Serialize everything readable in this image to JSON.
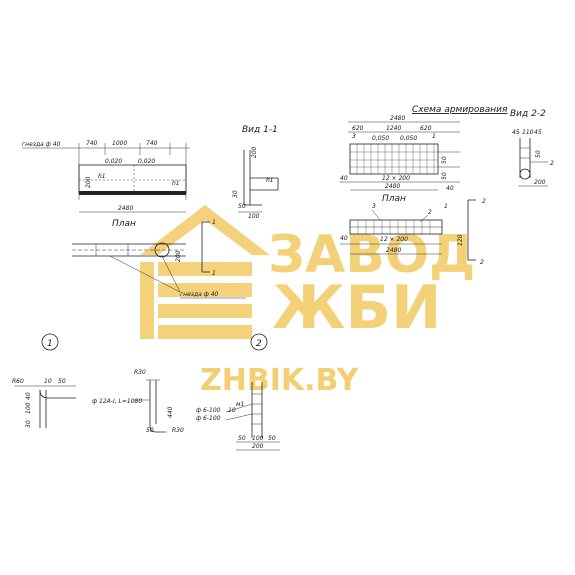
{
  "titles": {
    "scheme": "Схема армирования",
    "view11": "Вид 1-1",
    "view22": "Вид 2-2",
    "plan1": "План",
    "plan2": "План",
    "node1": "1",
    "node2": "2"
  },
  "labels": {
    "socket_top": "гнезда ф 40",
    "socket_bottom": "гнезда ф 40",
    "rebar_note": "ф 12А-I, L=1080",
    "stirrup1": "ф 6-100",
    "stirrup2": "ф 6-100",
    "section_mark1": "1",
    "section_mark2": "2"
  },
  "dims": {
    "d740a": "740",
    "d1000": "1000",
    "d740b": "740",
    "d2480a": "2480",
    "d0020a": "0,020",
    "d0020b": "0,020",
    "d200a": "200",
    "h1a": "h1",
    "h1b": "h1",
    "d200b": "200",
    "d30": "30",
    "d50a": "50",
    "d100a": "100",
    "d2480b": "2480",
    "d620": "620",
    "d1240": "1240",
    "d620b": "620",
    "d0050a": "0,050",
    "d0050b": "0,050",
    "d40a": "40",
    "d12x200": "12 × 200",
    "d40b": "40",
    "d2480c": "2480",
    "d45a": "45",
    "d110": "110",
    "d45b": "45",
    "d50b": "50",
    "d200c": "200",
    "d40c": "40",
    "d12x200b": "12 × 200",
    "d2480d": "2480",
    "d120": "120",
    "p3": "3",
    "p1a": "1",
    "p1b": "1",
    "p2": "2",
    "p3b": "3",
    "p2b": "2",
    "p1c": "1",
    "r60": "R60",
    "d10": "10",
    "d50c": "50",
    "d30b": "30",
    "d100b": "100",
    "d40d": "40",
    "r30a": "R30",
    "d440": "440",
    "d50d": "50",
    "r30b": "R30",
    "d50e": "50",
    "d100c": "100",
    "d50f": "50",
    "d200d": "200",
    "d10b": "10",
    "m1": "м1",
    "d200e": "200"
  },
  "watermark": {
    "line1": "ЗАВОД",
    "line2": "ЖБИ",
    "url": "ZHBIK.BY",
    "color": "#f1c75b"
  }
}
